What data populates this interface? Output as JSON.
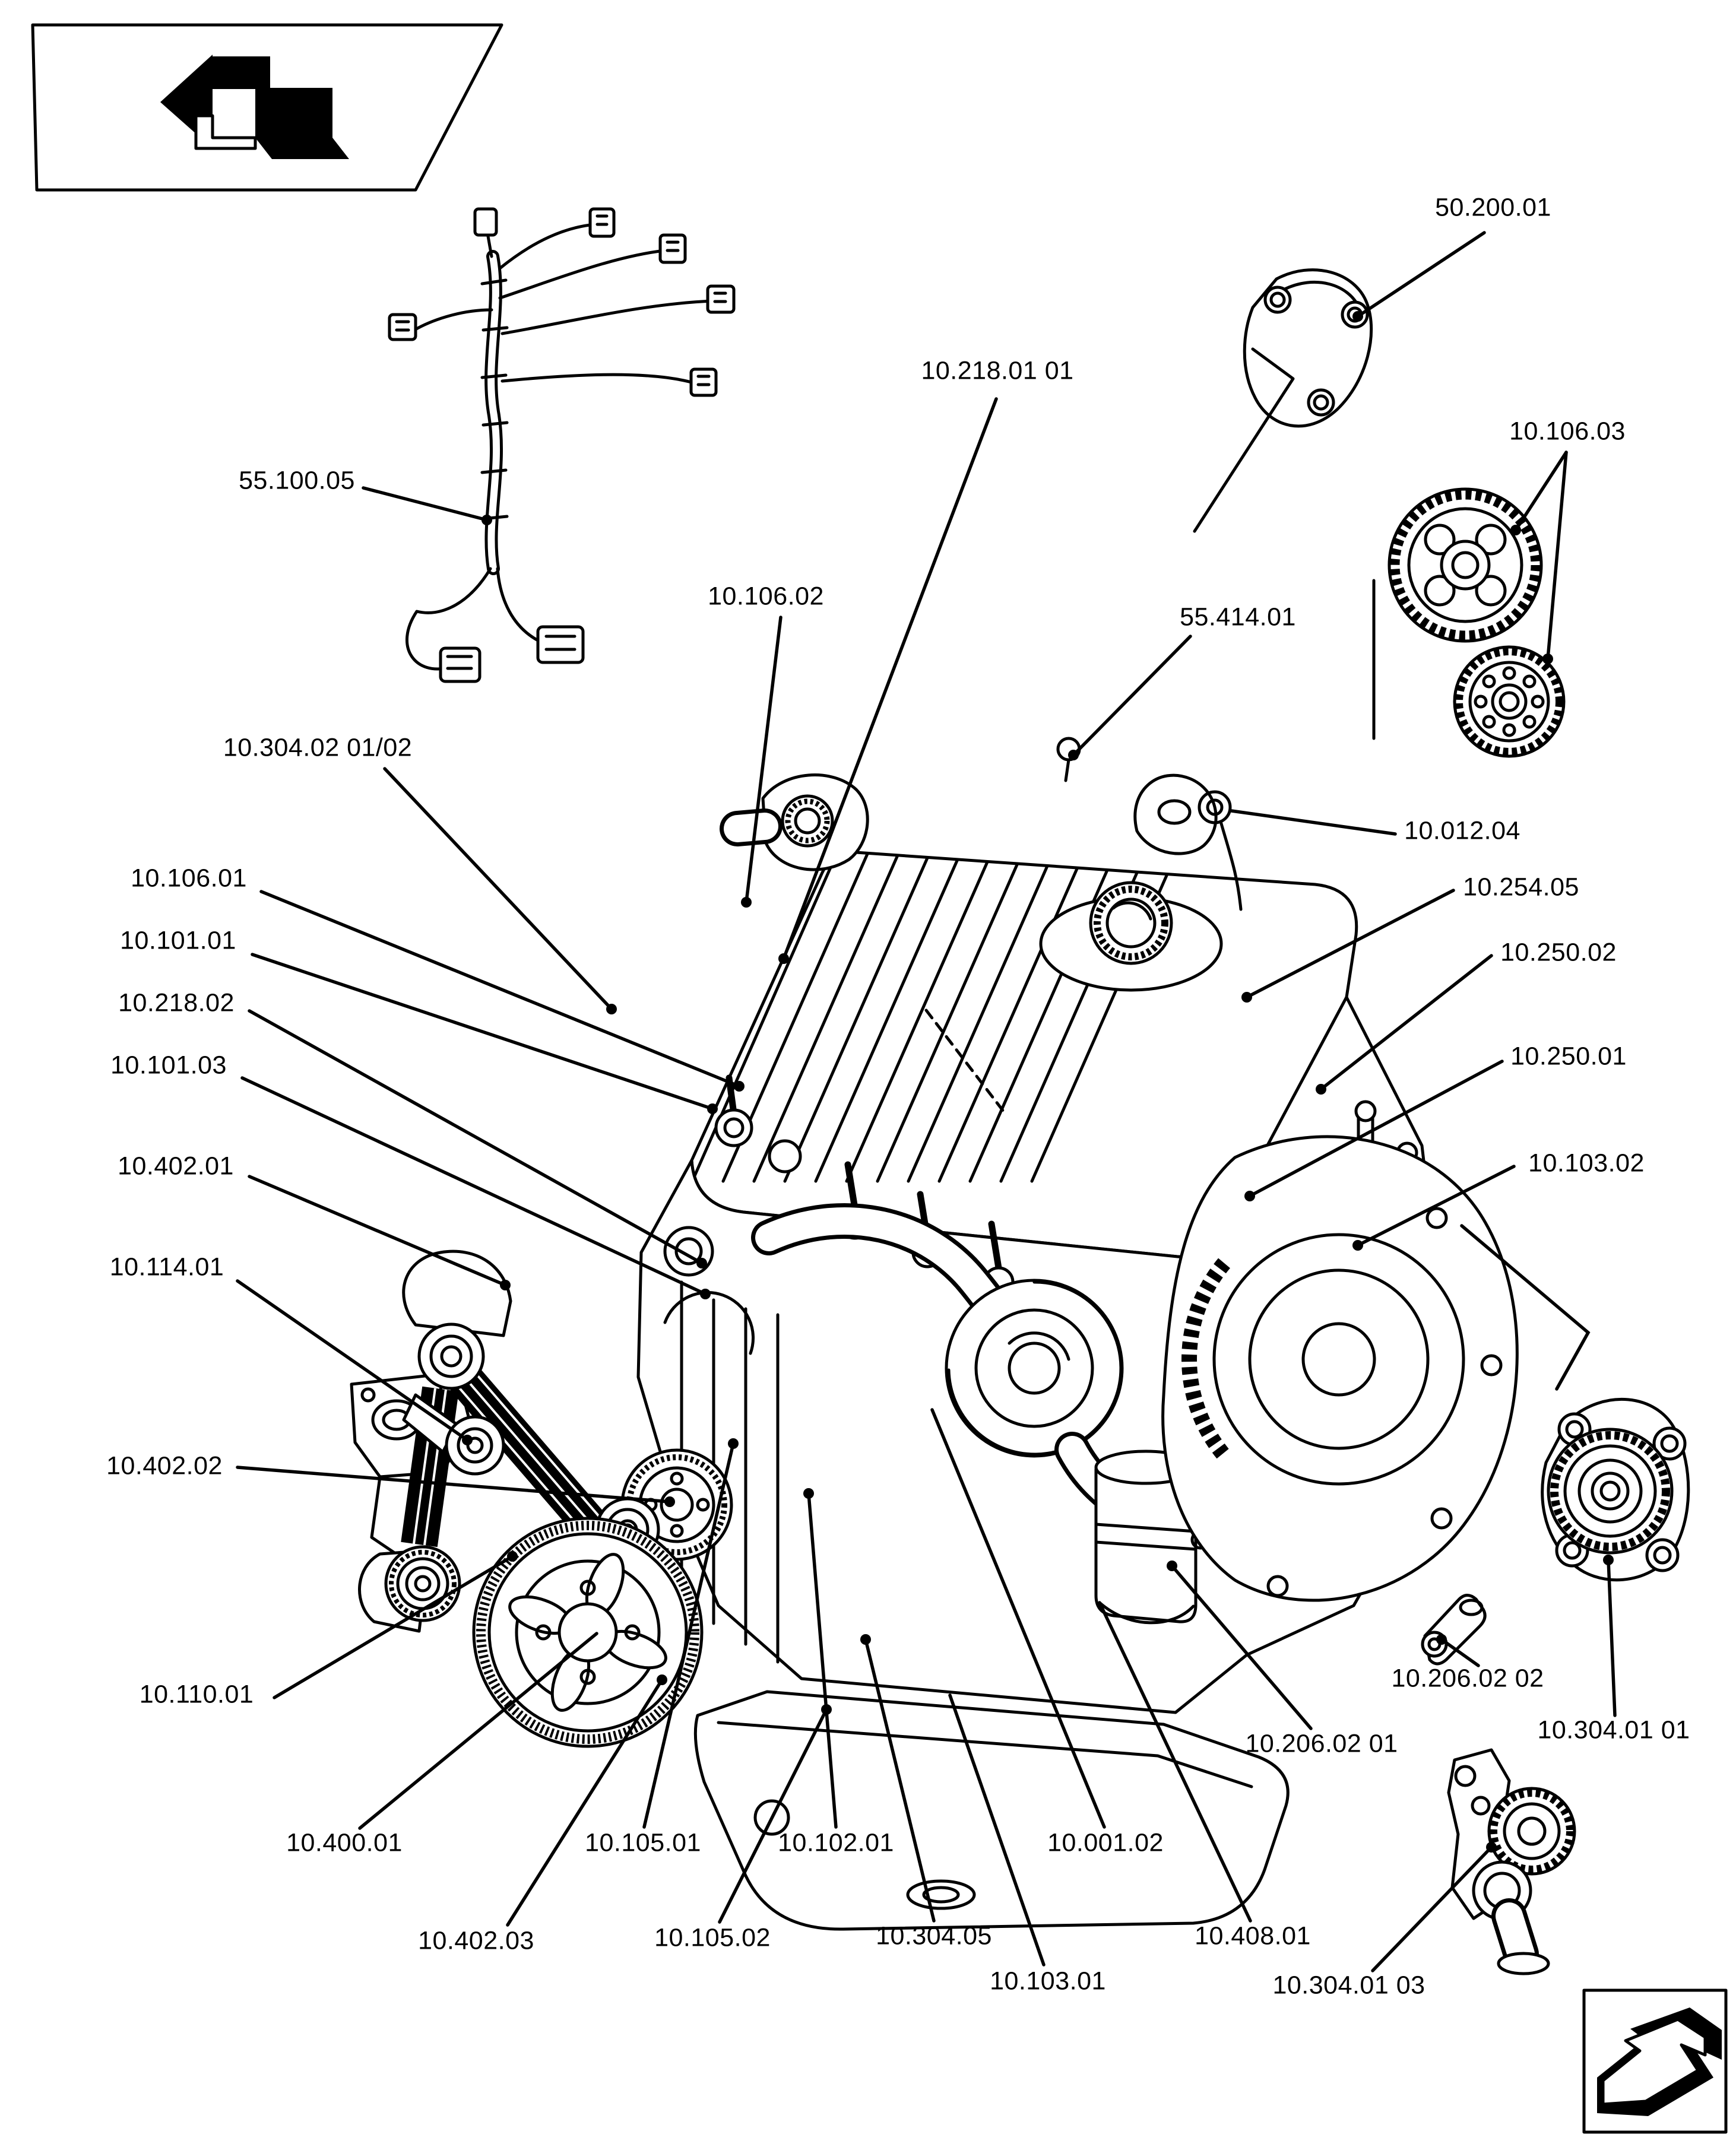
{
  "page": {
    "type": "engine-parts-location-diagram",
    "background": "#ffffff",
    "ink": "#000000",
    "description": "Black-and-white exploded line-art diagram of a diesel engine (front-left isometric view) with part-group number callouts and leader lines"
  },
  "nav": {
    "prev_icon": "arrow-up-left-3d",
    "next_icon": "arrow-down-left-3d"
  },
  "callouts": [
    {
      "id": "50.200.01",
      "label": "50.200.01"
    },
    {
      "id": "10.218.01 01",
      "label": "10.218.01 01"
    },
    {
      "id": "10.106.03",
      "label": "10.106.03"
    },
    {
      "id": "55.414.01",
      "label": "55.414.01"
    },
    {
      "id": "10.106.02",
      "label": "10.106.02"
    },
    {
      "id": "55.100.05",
      "label": "55.100.05"
    },
    {
      "id": "10.304.02 01/02",
      "label": "10.304.02 01/02"
    },
    {
      "id": "10.106.01",
      "label": "10.106.01"
    },
    {
      "id": "10.101.01",
      "label": "10.101.01"
    },
    {
      "id": "10.218.02",
      "label": "10.218.02"
    },
    {
      "id": "10.101.03",
      "label": "10.101.03"
    },
    {
      "id": "10.402.01",
      "label": "10.402.01"
    },
    {
      "id": "10.114.01",
      "label": "10.114.01"
    },
    {
      "id": "10.402.02",
      "label": "10.402.02"
    },
    {
      "id": "10.110.01",
      "label": "10.110.01"
    },
    {
      "id": "10.012.04",
      "label": "10.012.04"
    },
    {
      "id": "10.254.05",
      "label": "10.254.05"
    },
    {
      "id": "10.250.02",
      "label": "10.250.02"
    },
    {
      "id": "10.250.01",
      "label": "10.250.01"
    },
    {
      "id": "10.103.02",
      "label": "10.103.02"
    },
    {
      "id": "10.206.02 02",
      "label": "10.206.02 02"
    },
    {
      "id": "10.206.02 01",
      "label": "10.206.02 01"
    },
    {
      "id": "10.304.01 01",
      "label": "10.304.01 01"
    },
    {
      "id": "10.304.01 03",
      "label": "10.304.01 03"
    },
    {
      "id": "10.400.01",
      "label": "10.400.01"
    },
    {
      "id": "10.402.03",
      "label": "10.402.03"
    },
    {
      "id": "10.105.01",
      "label": "10.105.01"
    },
    {
      "id": "10.105.02",
      "label": "10.105.02"
    },
    {
      "id": "10.102.01",
      "label": "10.102.01"
    },
    {
      "id": "10.304.05",
      "label": "10.304.05"
    },
    {
      "id": "10.103.01",
      "label": "10.103.01"
    },
    {
      "id": "10.001.02",
      "label": "10.001.02"
    },
    {
      "id": "10.408.01",
      "label": "10.408.01"
    }
  ]
}
